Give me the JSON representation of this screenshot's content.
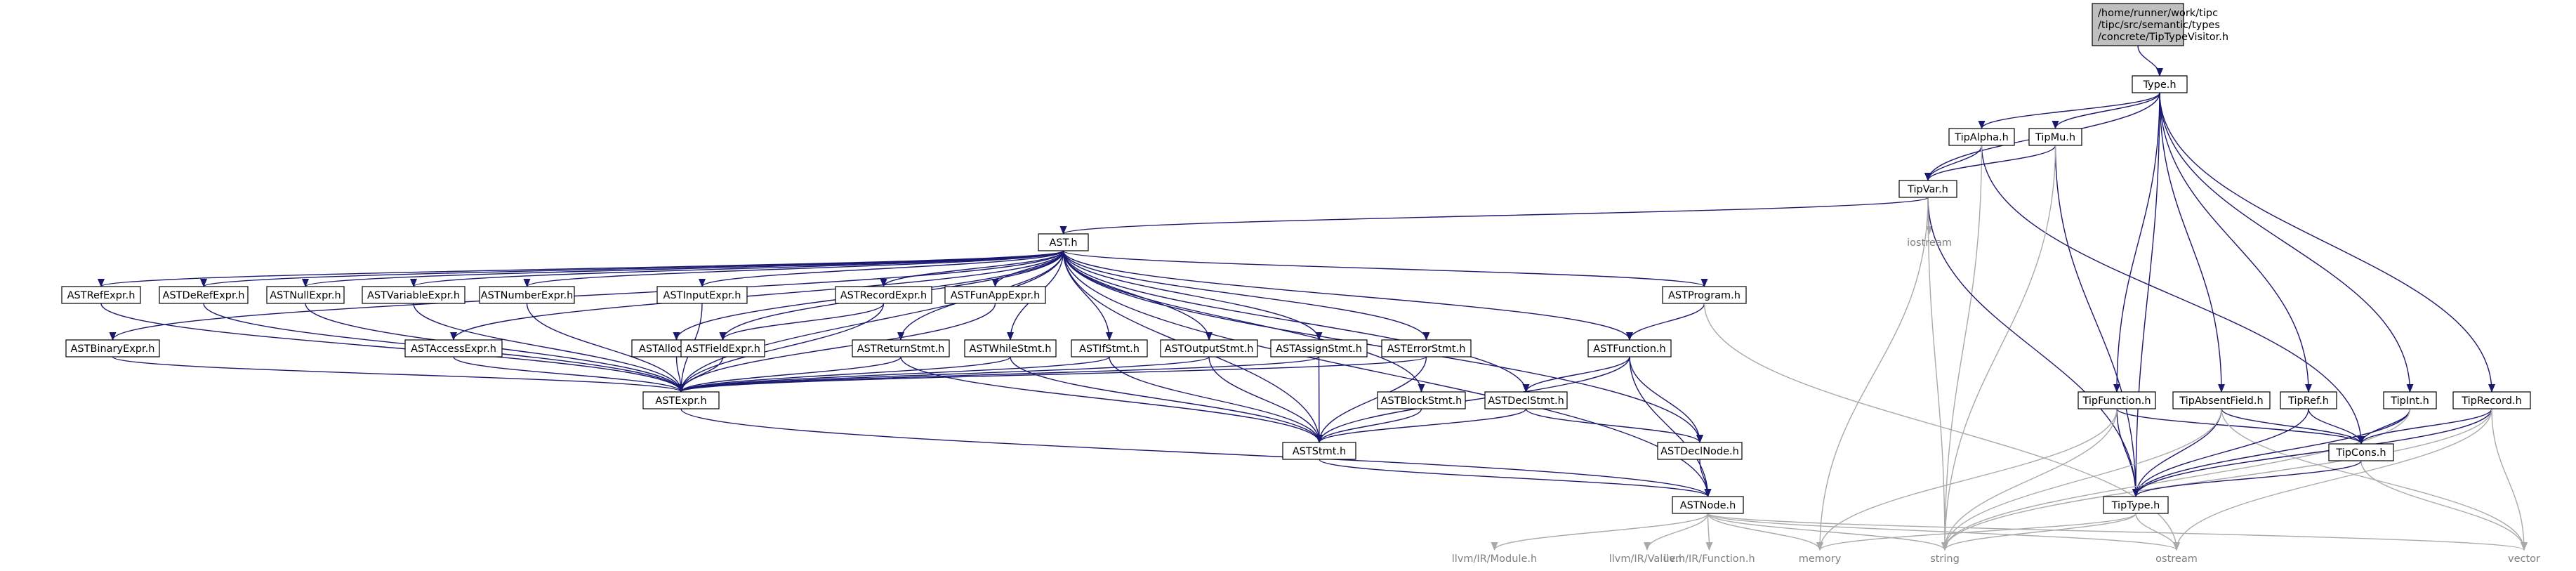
{
  "colors": {
    "internal_edge": "#191970",
    "external_edge": "#a9a9a9",
    "root_fill": "#bfbfbf",
    "external_text": "#7f7f7f"
  },
  "nodes": [
    {
      "id": "root",
      "label": "/home/runner/work/tipc\n/tipc/src/semantic/types\n/concrete/TipTypeVisitor.h",
      "kind": "root"
    },
    {
      "id": "typeh",
      "label": "Type.h",
      "kind": "file"
    },
    {
      "id": "tipalpha",
      "label": "TipAlpha.h",
      "kind": "file"
    },
    {
      "id": "tipmu",
      "label": "TipMu.h",
      "kind": "file"
    },
    {
      "id": "tipvar",
      "label": "TipVar.h",
      "kind": "file"
    },
    {
      "id": "iostream",
      "label": "iostream",
      "kind": "external"
    },
    {
      "id": "asth",
      "label": "AST.h",
      "kind": "file"
    },
    {
      "id": "astrefexpr",
      "label": "ASTRefExpr.h",
      "kind": "file"
    },
    {
      "id": "astderefexpr",
      "label": "ASTDeRefExpr.h",
      "kind": "file"
    },
    {
      "id": "astnullexpr",
      "label": "ASTNullExpr.h",
      "kind": "file"
    },
    {
      "id": "astvariableexpr",
      "label": "ASTVariableExpr.h",
      "kind": "file"
    },
    {
      "id": "astnumberexpr",
      "label": "ASTNumberExpr.h",
      "kind": "file"
    },
    {
      "id": "astinputexpr",
      "label": "ASTInputExpr.h",
      "kind": "file"
    },
    {
      "id": "astrecordexpr",
      "label": "ASTRecordExpr.h",
      "kind": "file"
    },
    {
      "id": "astfunappexpr",
      "label": "ASTFunAppExpr.h",
      "kind": "file"
    },
    {
      "id": "astprogram",
      "label": "ASTProgram.h",
      "kind": "file"
    },
    {
      "id": "astbinaryexpr",
      "label": "ASTBinaryExpr.h",
      "kind": "file"
    },
    {
      "id": "astaccessexpr",
      "label": "ASTAccessExpr.h",
      "kind": "file"
    },
    {
      "id": "astallocexpr",
      "label": "ASTAllocExpr.h",
      "kind": "file"
    },
    {
      "id": "astfieldexpr",
      "label": "ASTFieldExpr.h",
      "kind": "file"
    },
    {
      "id": "astreturnstmt",
      "label": "ASTReturnStmt.h",
      "kind": "file"
    },
    {
      "id": "astwhilestmt",
      "label": "ASTWhileStmt.h",
      "kind": "file"
    },
    {
      "id": "astifstmt",
      "label": "ASTIfStmt.h",
      "kind": "file"
    },
    {
      "id": "astoutputstmt",
      "label": "ASTOutputStmt.h",
      "kind": "file"
    },
    {
      "id": "astassignstmt",
      "label": "ASTAssignStmt.h",
      "kind": "file"
    },
    {
      "id": "asterrorstmt",
      "label": "ASTErrorStmt.h",
      "kind": "file"
    },
    {
      "id": "astfunction",
      "label": "ASTFunction.h",
      "kind": "file"
    },
    {
      "id": "astexpr",
      "label": "ASTExpr.h",
      "kind": "file"
    },
    {
      "id": "astblockstmt",
      "label": "ASTBlockStmt.h",
      "kind": "file"
    },
    {
      "id": "astdeclstmt",
      "label": "ASTDeclStmt.h",
      "kind": "file"
    },
    {
      "id": "astdeclnode",
      "label": "ASTDeclNode.h",
      "kind": "file"
    },
    {
      "id": "aststmt",
      "label": "ASTStmt.h",
      "kind": "file"
    },
    {
      "id": "astnode",
      "label": "ASTNode.h",
      "kind": "file"
    },
    {
      "id": "tipfunction",
      "label": "TipFunction.h",
      "kind": "file"
    },
    {
      "id": "tipabsentfield",
      "label": "TipAbsentField.h",
      "kind": "file"
    },
    {
      "id": "tipref",
      "label": "TipRef.h",
      "kind": "file"
    },
    {
      "id": "tipint",
      "label": "TipInt.h",
      "kind": "file"
    },
    {
      "id": "tiprecord",
      "label": "TipRecord.h",
      "kind": "file"
    },
    {
      "id": "tipcons",
      "label": "TipCons.h",
      "kind": "file"
    },
    {
      "id": "tiptype",
      "label": "TipType.h",
      "kind": "file"
    },
    {
      "id": "llvmmodule",
      "label": "llvm/IR/Module.h",
      "kind": "external"
    },
    {
      "id": "llvmvalue",
      "label": "llvm/IR/Value.h",
      "kind": "external"
    },
    {
      "id": "llvmfunction",
      "label": "llvm/IR/Function.h",
      "kind": "external"
    },
    {
      "id": "memory",
      "label": "memory",
      "kind": "external"
    },
    {
      "id": "string",
      "label": "string",
      "kind": "external"
    },
    {
      "id": "ostream",
      "label": "ostream",
      "kind": "external"
    },
    {
      "id": "vector",
      "label": "vector",
      "kind": "external"
    }
  ],
  "edges": [
    [
      "root",
      "typeh"
    ],
    [
      "typeh",
      "tipalpha"
    ],
    [
      "typeh",
      "tipmu"
    ],
    [
      "typeh",
      "tipvar"
    ],
    [
      "typeh",
      "tipfunction"
    ],
    [
      "typeh",
      "tipabsentfield"
    ],
    [
      "typeh",
      "tipref"
    ],
    [
      "typeh",
      "tipint"
    ],
    [
      "typeh",
      "tiprecord"
    ],
    [
      "typeh",
      "tiptype"
    ],
    [
      "tipalpha",
      "tipvar"
    ],
    [
      "tipalpha",
      "tipcons"
    ],
    [
      "tipalpha",
      "string"
    ],
    [
      "tipmu",
      "tipvar"
    ],
    [
      "tipmu",
      "tiptype"
    ],
    [
      "tipmu",
      "string"
    ],
    [
      "tipvar",
      "asth"
    ],
    [
      "tipvar",
      "iostream"
    ],
    [
      "tipvar",
      "tiptype"
    ],
    [
      "tipvar",
      "string"
    ],
    [
      "tipvar",
      "memory"
    ],
    [
      "asth",
      "astrefexpr"
    ],
    [
      "asth",
      "astderefexpr"
    ],
    [
      "asth",
      "astnullexpr"
    ],
    [
      "asth",
      "astvariableexpr"
    ],
    [
      "asth",
      "astnumberexpr"
    ],
    [
      "asth",
      "astinputexpr"
    ],
    [
      "asth",
      "astrecordexpr"
    ],
    [
      "asth",
      "astfunappexpr"
    ],
    [
      "asth",
      "astprogram"
    ],
    [
      "asth",
      "astbinaryexpr"
    ],
    [
      "asth",
      "astaccessexpr"
    ],
    [
      "asth",
      "astallocexpr"
    ],
    [
      "asth",
      "astfieldexpr"
    ],
    [
      "asth",
      "astreturnstmt"
    ],
    [
      "asth",
      "astwhilestmt"
    ],
    [
      "asth",
      "astifstmt"
    ],
    [
      "asth",
      "astoutputstmt"
    ],
    [
      "asth",
      "astassignstmt"
    ],
    [
      "asth",
      "asterrorstmt"
    ],
    [
      "asth",
      "astfunction"
    ],
    [
      "asth",
      "astblockstmt"
    ],
    [
      "asth",
      "astdeclstmt"
    ],
    [
      "asth",
      "astdeclnode"
    ],
    [
      "asth",
      "astnode"
    ],
    [
      "asth",
      "aststmt"
    ],
    [
      "asth",
      "astexpr"
    ],
    [
      "astrefexpr",
      "astexpr"
    ],
    [
      "astderefexpr",
      "astexpr"
    ],
    [
      "astnullexpr",
      "astexpr"
    ],
    [
      "astvariableexpr",
      "astexpr"
    ],
    [
      "astnumberexpr",
      "astexpr"
    ],
    [
      "astinputexpr",
      "astexpr"
    ],
    [
      "astrecordexpr",
      "astexpr"
    ],
    [
      "astrecordexpr",
      "astfieldexpr"
    ],
    [
      "astfunappexpr",
      "astexpr"
    ],
    [
      "astbinaryexpr",
      "astexpr"
    ],
    [
      "astaccessexpr",
      "astexpr"
    ],
    [
      "astallocexpr",
      "astexpr"
    ],
    [
      "astfieldexpr",
      "astexpr"
    ],
    [
      "astreturnstmt",
      "astexpr"
    ],
    [
      "astreturnstmt",
      "aststmt"
    ],
    [
      "astwhilestmt",
      "astexpr"
    ],
    [
      "astwhilestmt",
      "aststmt"
    ],
    [
      "astifstmt",
      "astexpr"
    ],
    [
      "astifstmt",
      "aststmt"
    ],
    [
      "astoutputstmt",
      "astexpr"
    ],
    [
      "astoutputstmt",
      "aststmt"
    ],
    [
      "astassignstmt",
      "astexpr"
    ],
    [
      "astassignstmt",
      "aststmt"
    ],
    [
      "asterrorstmt",
      "astexpr"
    ],
    [
      "asterrorstmt",
      "aststmt"
    ],
    [
      "astprogram",
      "astfunction"
    ],
    [
      "astprogram",
      "ostream"
    ],
    [
      "astfunction",
      "astdeclstmt"
    ],
    [
      "astfunction",
      "astdeclnode"
    ],
    [
      "astfunction",
      "aststmt"
    ],
    [
      "astfunction",
      "astnode"
    ],
    [
      "astblockstmt",
      "aststmt"
    ],
    [
      "astdeclstmt",
      "aststmt"
    ],
    [
      "astdeclstmt",
      "astdeclnode"
    ],
    [
      "astdeclnode",
      "astnode"
    ],
    [
      "astexpr",
      "astnode"
    ],
    [
      "aststmt",
      "astnode"
    ],
    [
      "astnode",
      "llvmmodule"
    ],
    [
      "astnode",
      "llvmvalue"
    ],
    [
      "astnode",
      "llvmfunction"
    ],
    [
      "astnode",
      "memory"
    ],
    [
      "astnode",
      "string"
    ],
    [
      "astnode",
      "ostream"
    ],
    [
      "astnode",
      "vector"
    ],
    [
      "tipfunction",
      "tipcons"
    ],
    [
      "tipfunction",
      "tiptype"
    ],
    [
      "tipfunction",
      "string"
    ],
    [
      "tipfunction",
      "memory"
    ],
    [
      "tipabsentfield",
      "tipcons"
    ],
    [
      "tipabsentfield",
      "tiptype"
    ],
    [
      "tipabsentfield",
      "string"
    ],
    [
      "tipabsentfield",
      "vector"
    ],
    [
      "tipref",
      "tipcons"
    ],
    [
      "tipref",
      "tiptype"
    ],
    [
      "tipint",
      "tipcons"
    ],
    [
      "tipint",
      "tiptype"
    ],
    [
      "tipint",
      "string"
    ],
    [
      "tiprecord",
      "tipcons"
    ],
    [
      "tiprecord",
      "tiptype"
    ],
    [
      "tiprecord",
      "string"
    ],
    [
      "tiprecord",
      "ostream"
    ],
    [
      "tiprecord",
      "vector"
    ],
    [
      "tipcons",
      "tiptype"
    ],
    [
      "tipcons",
      "vector"
    ],
    [
      "tiptype",
      "memory"
    ],
    [
      "tiptype",
      "string"
    ],
    [
      "tiptype",
      "ostream"
    ]
  ]
}
